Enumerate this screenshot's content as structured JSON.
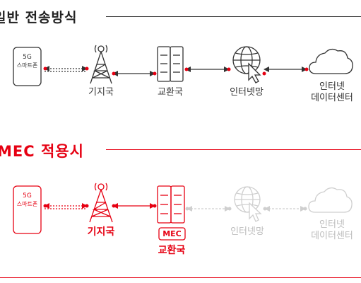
{
  "sections": {
    "general": {
      "title": "일반 전송방식",
      "labels": {
        "phone_line1": "5G",
        "phone_line2": "스마트폰",
        "tower": "기지국",
        "exchange": "교환국",
        "internet": "인터넷망",
        "datacenter_line1": "인터넷",
        "datacenter_line2": "데이터센터"
      }
    },
    "mec": {
      "title": "MEC 적용시",
      "mec_badge": "MEC",
      "labels": {
        "phone_line1": "5G",
        "phone_line2": "스마트폰",
        "tower": "기지국",
        "exchange": "교환국",
        "internet": "인터넷망",
        "datacenter_line1": "인터넷",
        "datacenter_line2": "데이터센터"
      }
    }
  },
  "colors": {
    "red": "#e60012",
    "dark": "#333333",
    "grey": "#bdbdbd"
  }
}
